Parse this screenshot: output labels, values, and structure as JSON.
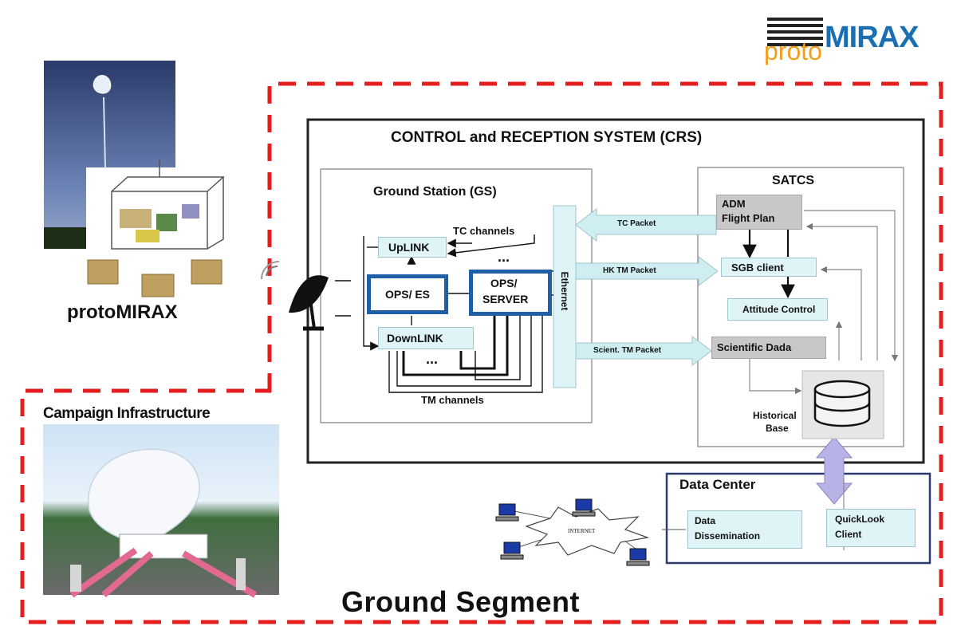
{
  "logo": {
    "brand_top": "proto",
    "brand_main": "MIRAX"
  },
  "labels": {
    "protomirax": "protoMIRAX",
    "campaign": "Campaign Infrastructure",
    "ground_segment": "Ground Segment"
  },
  "crs": {
    "title": "CONTROL and RECEPTION  SYSTEM (CRS)",
    "gs": {
      "title": "Ground Station (GS)",
      "uplink": "UpLINK",
      "downlink": "DownLINK",
      "ops_es": "OPS/ ES",
      "ops_server_1": "OPS/",
      "ops_server_2": "SERVER",
      "tc_channels": "TC channels",
      "tm_channels": "TM channels",
      "dots_top": "...",
      "dots_bottom": "..."
    },
    "ethernet": "Ethernet",
    "packets": {
      "tc": "TC Packet",
      "hk": "HK TM Packet",
      "scient": "Scient. TM Packet"
    },
    "satcs": {
      "title": "SATCS",
      "adm_1": "ADM",
      "adm_2": "Flight Plan",
      "sgb": "SGB client",
      "attitude": "Attitude Control",
      "scientific": "Scientific Dada",
      "historical_1": "Historical",
      "historical_2": "Base"
    }
  },
  "data_center": {
    "title": "Data Center",
    "dissemination_1": "Data",
    "dissemination_2": "Dissemination",
    "quicklook_1": "QuickLook",
    "quicklook_2": "Client",
    "internet": "INTERNET"
  },
  "colors": {
    "dashed_border": "#e41e1e",
    "thick_blue": "#1f5fa8",
    "arrow_cyan": "#cfeef2",
    "arrow_lavender": "#b8b3e6",
    "logo_orange": "#f2a01b",
    "logo_blue": "#1a6fb3"
  }
}
